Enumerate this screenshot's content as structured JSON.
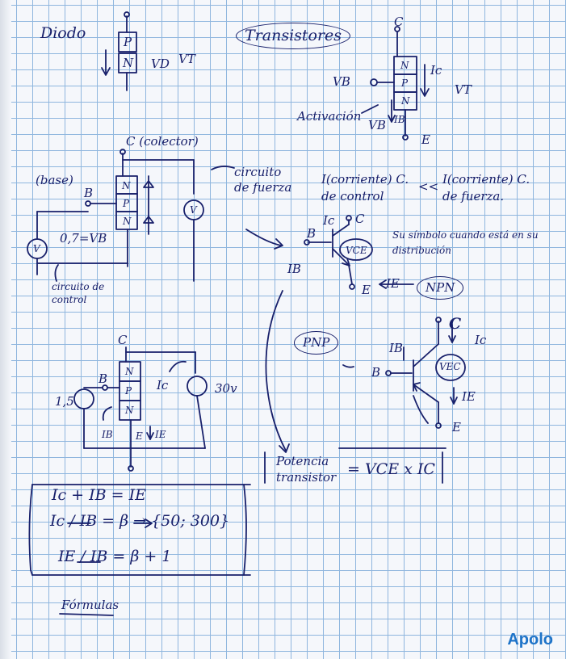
{
  "notes": {
    "diodo": "Diodo",
    "diode_p": "P",
    "diode_n": "N",
    "diode_vd": "VD",
    "diode_vt": "VT",
    "topic": "Transistores",
    "tr_c": "C",
    "tr_n1": "N",
    "tr_p": "P",
    "tr_n2": "N",
    "tr_ic": "Ic",
    "tr_vb": "VB",
    "tr_vt": "VT",
    "activacion": "Activación",
    "tr_vb2": "VB",
    "tr_ib": "IB",
    "tr_e": "E",
    "colector": "C (colector)",
    "base": "(base)",
    "base_b": "B",
    "circuito_fuerza": "circuito de fuerza",
    "circuito_control": "circuito de control",
    "v_label": "V",
    "vb_07": "0,7=VB",
    "i_corriente_c": "I(corriente) C. de control",
    "less_less": "<<",
    "i_corriente_f": "I(corriente) C. de fuerza.",
    "simbolo_note": "Su símbolo cuando está en su distribución",
    "sym_ic": "Ic",
    "sym_c": "C",
    "sym_b": "B",
    "sym_ib": "IB",
    "sym_vce": "VCE",
    "sym_e": "E",
    "sym_ie": "IE",
    "npn": "NPN",
    "pnp": "PNP",
    "pnp_c": "C",
    "pnp_ic": "Ic",
    "pnp_ib": "IB",
    "pnp_b": "B",
    "pnp_vec": "VEC",
    "pnp_ie": "IE",
    "pnp_e": "E",
    "c2": "C",
    "c2_b": "B",
    "c2_ic": "Ic",
    "c2_30v": "30v",
    "c2_15": "1,5",
    "c2_ib": "IB",
    "c2_e": "E",
    "c2_ie": "IE",
    "potencia": "Potencia transistor",
    "potencia_eq": "= VCE x IC",
    "f1": "Ic + IB = IE",
    "f2": "Ic / IB = β → {50; 300}",
    "f3": "IE / IB = β + 1",
    "formulas": "Fórmulas",
    "brand": "Apolo"
  }
}
